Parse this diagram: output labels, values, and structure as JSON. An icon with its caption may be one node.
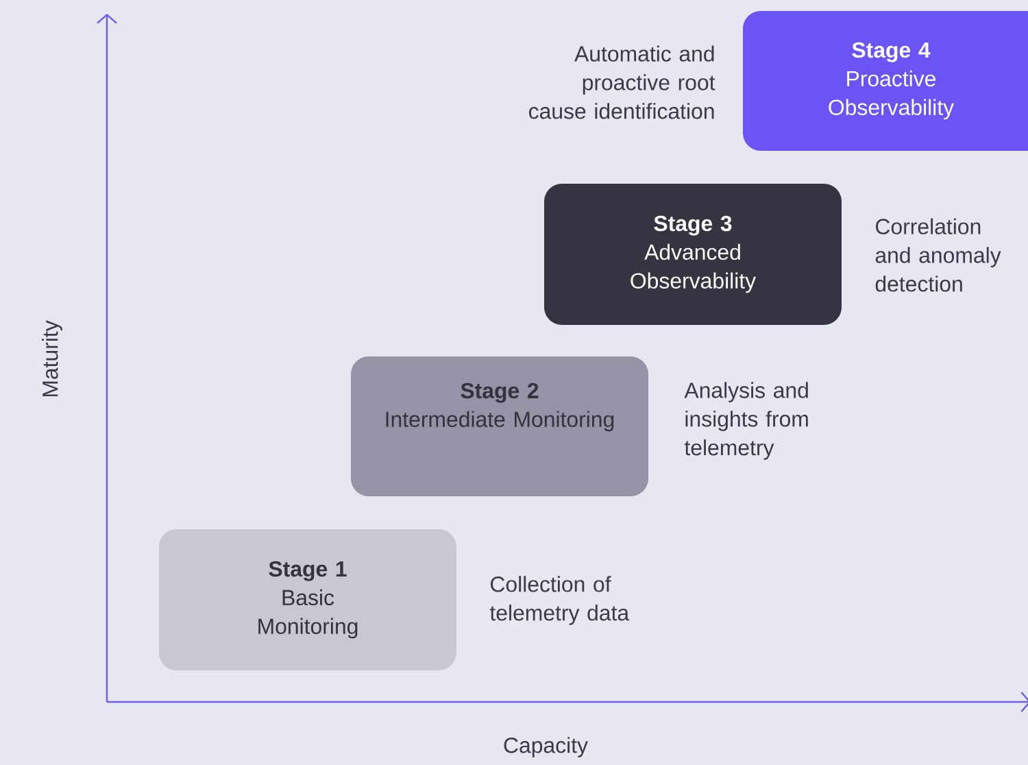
{
  "diagram": {
    "nodes": [
      {
        "text": [
          "Stage 1",
          "Basic Monitoring"
        ],
        "beside": [
          "Collection of telemetry data"
        ]
      },
      {
        "text": [
          "Stage 2",
          "Intermediate Monitoring"
        ],
        "beside": [
          "Analysis and insights from telemetry"
        ]
      },
      {
        "text": [
          "Stage 3",
          "Advanced Observability"
        ],
        "beside": [
          "Correlation and anomaly detection"
        ]
      },
      {
        "text": [
          "Stage 4",
          "Proactive Observability"
        ],
        "beside": [
          "Automatic and proactive root cause identification"
        ]
      }
    ],
    "labels": [
      "Maturity",
      "Capacity"
    ]
  }
}
